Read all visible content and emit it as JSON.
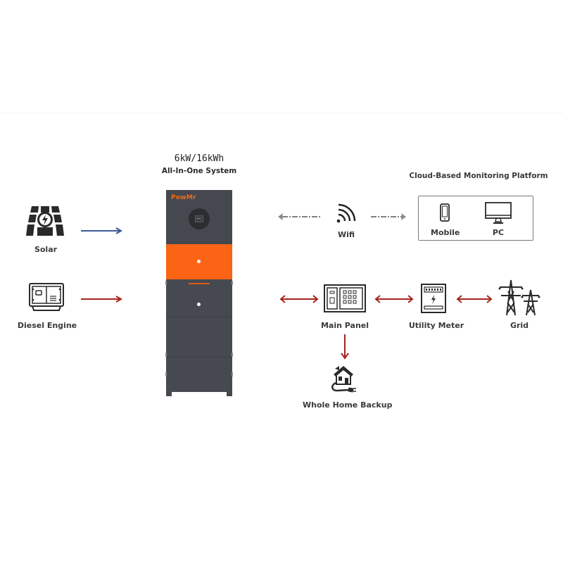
{
  "system": {
    "title_line1": "6kW/16kWh",
    "title_line2": "All-In-One System",
    "brand": "PowMr"
  },
  "sources": [
    {
      "label": "Solar",
      "icon": "solar-panel-icon"
    },
    {
      "label": "Diesel Engine",
      "icon": "diesel-generator-icon"
    }
  ],
  "connectivity": {
    "wifi_label": "Wifi",
    "icon": "wifi-icon"
  },
  "cloud": {
    "title": "Cloud-Based Monitoring Platform",
    "devices": [
      {
        "label": "Mobile",
        "icon": "mobile-phone-icon"
      },
      {
        "label": "PC",
        "icon": "monitor-icon"
      }
    ]
  },
  "distribution": {
    "main_panel": "Main Panel",
    "utility_meter": "Utility Meter",
    "grid": "Grid",
    "home_backup": "Whole Home Backup"
  },
  "colors": {
    "cabinet_body": "#45484f",
    "cabinet_accent": "#fb6414",
    "solar_arrow": "#3b5a9a",
    "power_arrow": "#a8231f",
    "wifi_arrow": "#8a8a8a",
    "icon": "#2a2a2a"
  }
}
